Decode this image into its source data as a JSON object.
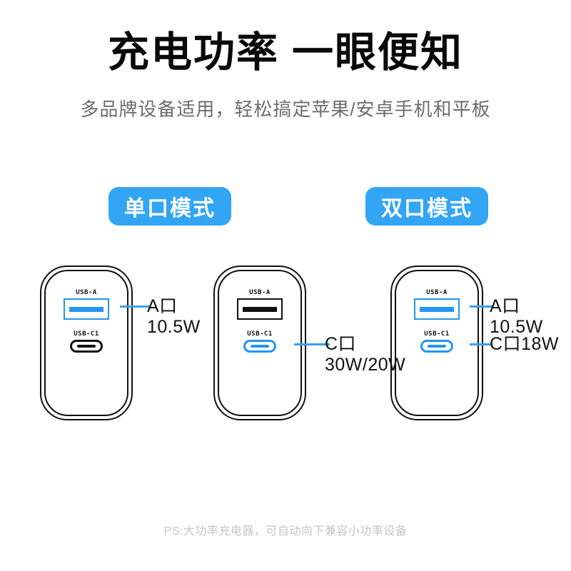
{
  "header": {
    "title": "充电功率 一眼便知",
    "subtitle": "多品牌设备适用，轻松搞定苹果/安卓手机和平板"
  },
  "modes": [
    {
      "id": "single",
      "label": "单口模式"
    },
    {
      "id": "dual",
      "label": "双口模式"
    }
  ],
  "colors": {
    "accent_blue": "#33a5f5",
    "port_blue": "#2196f3",
    "leader_blue": "#3a9fe8",
    "outline_black": "#111111",
    "subtitle_gray": "#6d6d6d",
    "footer_gray": "#c6c6c6"
  },
  "chargers": [
    {
      "id": "charger-a-active",
      "mode": "single",
      "ports": [
        {
          "id": "usb-a",
          "label": "USB-A",
          "highlighted": true
        },
        {
          "id": "usb-c",
          "label": "USB-C1",
          "highlighted": false
        }
      ],
      "callouts": [
        {
          "id": "callout-a",
          "text": "A口\n10.5W"
        }
      ]
    },
    {
      "id": "charger-c-active",
      "mode": "single",
      "ports": [
        {
          "id": "usb-a",
          "label": "USB-A",
          "highlighted": false
        },
        {
          "id": "usb-c",
          "label": "USB-C1",
          "highlighted": true
        }
      ],
      "callouts": [
        {
          "id": "callout-c",
          "text": "C口\n30W/20W"
        }
      ]
    },
    {
      "id": "charger-dual-active",
      "mode": "dual",
      "ports": [
        {
          "id": "usb-a",
          "label": "USB-A",
          "highlighted": true
        },
        {
          "id": "usb-c",
          "label": "USB-C1",
          "highlighted": true
        }
      ],
      "callouts": [
        {
          "id": "callout-a",
          "text": "A口10.5W"
        },
        {
          "id": "callout-c",
          "text": "C口18W"
        }
      ]
    }
  ],
  "footer": {
    "note": "PS:大功率充电器，可自动向下兼容小功率设备"
  }
}
